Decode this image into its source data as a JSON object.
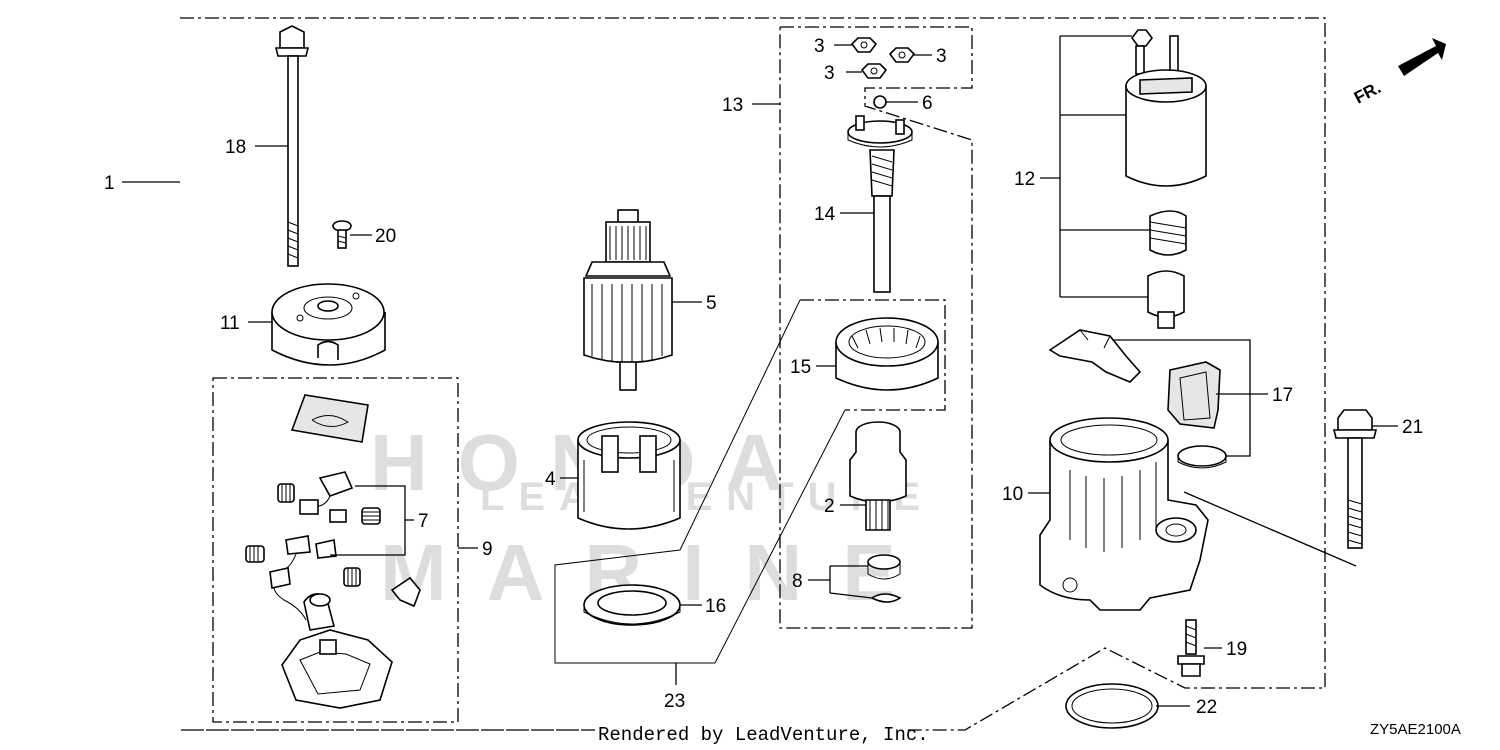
{
  "diagram": {
    "labels": {
      "n1": "1",
      "n2": "2",
      "n3a": "3",
      "n3b": "3",
      "n3c": "3",
      "n4": "4",
      "n5": "5",
      "n6": "6",
      "n7": "7",
      "n8": "8",
      "n9": "9",
      "n10": "10",
      "n11": "11",
      "n12": "12",
      "n13": "13",
      "n14": "14",
      "n15": "15",
      "n16": "16",
      "n17": "17",
      "n18": "18",
      "n19": "19",
      "n20": "20",
      "n21": "21",
      "n22": "22",
      "n23": "23"
    },
    "direction_marker": "FR.",
    "footer": "Rendered by LeadVenture, Inc.",
    "diagram_code": "ZY5AE2100A",
    "watermark_line1": "HONDA",
    "watermark_line2": "LEADVENTURE",
    "watermark_line3": "MARINE"
  }
}
